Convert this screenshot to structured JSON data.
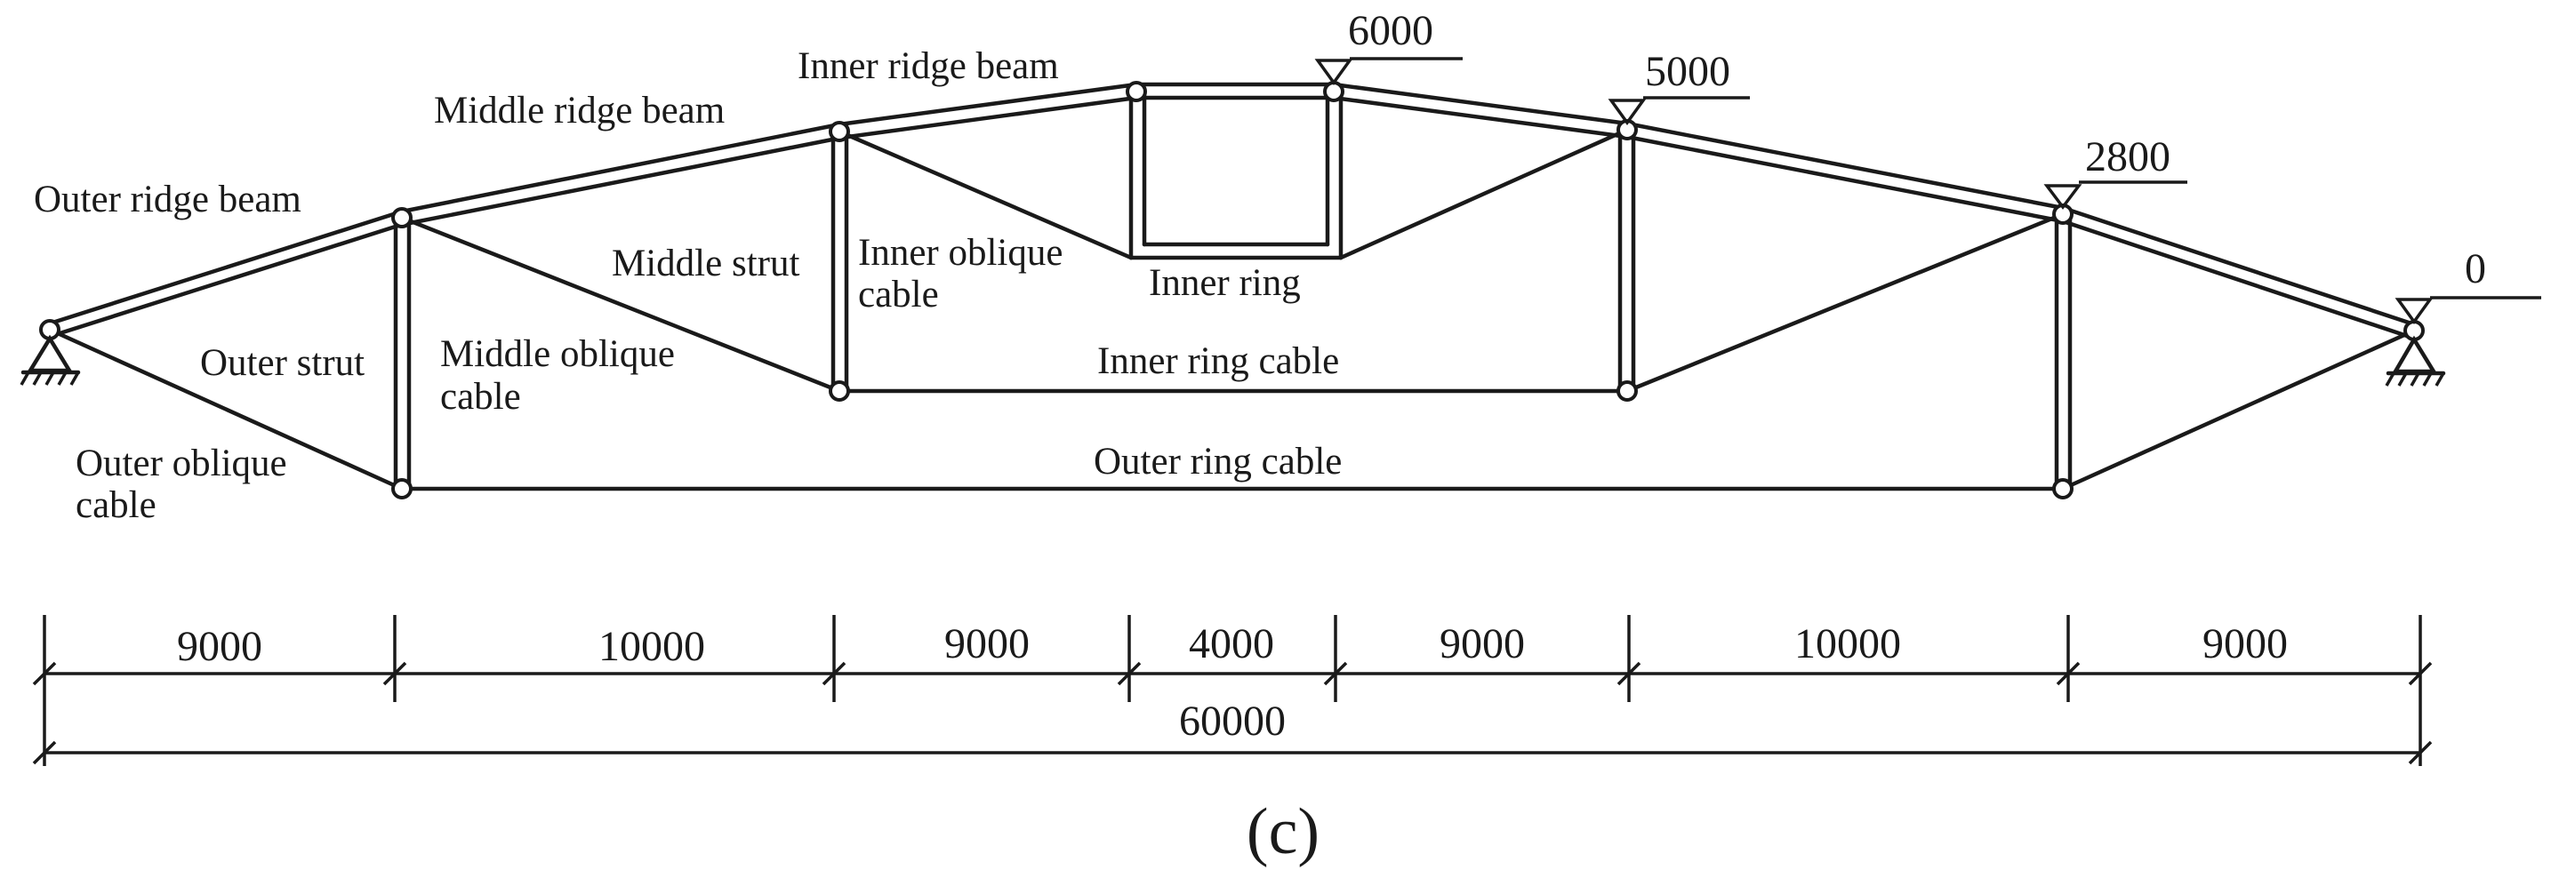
{
  "labels": {
    "outer_ridge_beam": "Outer ridge beam",
    "middle_ridge_beam": "Middle ridge beam",
    "inner_ridge_beam": "Inner ridge beam",
    "outer_strut": "Outer strut",
    "middle_strut": "Middle strut",
    "inner_oblique_cable_1": "Inner oblique",
    "inner_oblique_cable_2": "cable",
    "middle_oblique_cable_1": "Middle oblique",
    "middle_oblique_cable_2": "cable",
    "outer_oblique_cable_1": "Outer oblique",
    "outer_oblique_cable_2": "cable",
    "inner_ring": "Inner ring",
    "inner_ring_cable": "Inner ring cable",
    "outer_ring_cable": "Outer ring cable"
  },
  "elevations": {
    "top": "6000",
    "middle": "5000",
    "outer": "2800",
    "support": "0"
  },
  "dimensions": {
    "spans": [
      "9000",
      "10000",
      "9000",
      "4000",
      "9000",
      "10000",
      "9000"
    ],
    "total": "60000"
  },
  "caption": "(c)"
}
